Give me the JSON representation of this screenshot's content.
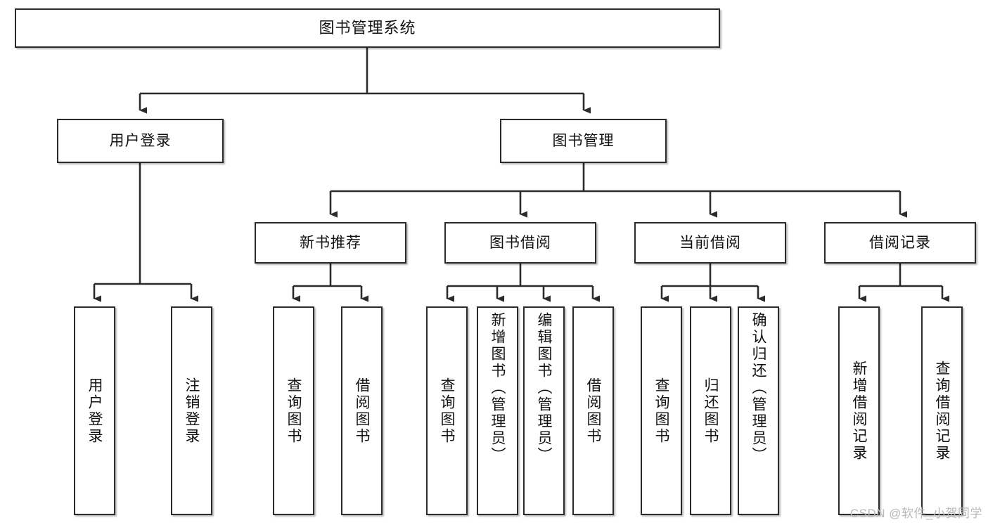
{
  "diagram": {
    "type": "tree",
    "title": "图书管理系统",
    "watermark": "CSDN @软件_小贺同学",
    "colors": {
      "stroke": "#2b2b2b",
      "fill": "#ffffff",
      "text": "#111111",
      "watermark": "#b9b9b9"
    },
    "root": {
      "label": "图书管理系统"
    },
    "level2": [
      {
        "label": "用户登录"
      },
      {
        "label": "图书管理"
      }
    ],
    "level3": [
      {
        "label": "新书推荐"
      },
      {
        "label": "图书借阅"
      },
      {
        "label": "当前借阅"
      },
      {
        "label": "借阅记录"
      }
    ],
    "leaves": {
      "user_login": [
        {
          "label": "用户登录"
        },
        {
          "label": "注销登录"
        }
      ],
      "new_book_recommend": [
        {
          "label": "查询图书"
        },
        {
          "label": "借阅图书"
        }
      ],
      "book_borrow": [
        {
          "label": "查询图书"
        },
        {
          "label": "新增图书（管理员）"
        },
        {
          "label": "编辑图书（管理员）"
        },
        {
          "label": "借阅图书"
        }
      ],
      "current_borrow": [
        {
          "label": "查询图书"
        },
        {
          "label": "归还图书"
        },
        {
          "label": "确认归还（管理员）"
        }
      ],
      "borrow_record": [
        {
          "label": "新增借阅记录"
        },
        {
          "label": "查询借阅记录"
        }
      ]
    }
  }
}
